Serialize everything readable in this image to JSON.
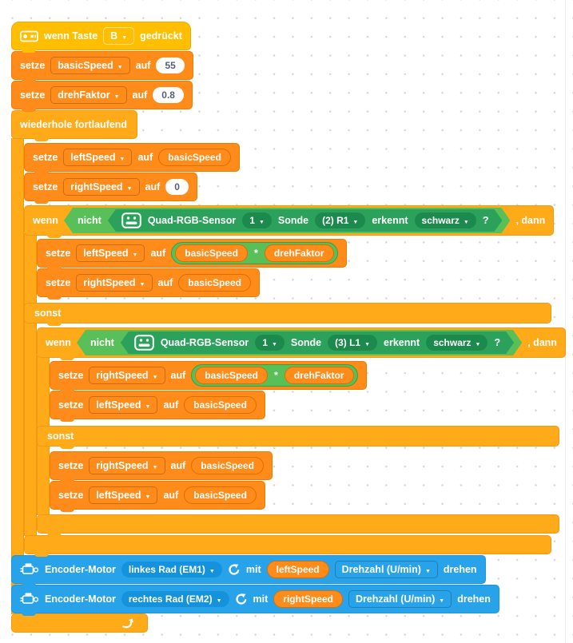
{
  "labels": {
    "wenn_taste": "wenn Taste",
    "gedrueckt": "gedrückt",
    "setze": "setze",
    "auf": "auf",
    "forever": "wiederhole fortlaufend",
    "wenn": "wenn",
    "nicht": "nicht",
    "dann": ", dann",
    "sonst": "sonst",
    "mult": "*",
    "q": "?",
    "quad": "Quad-RGB-Sensor",
    "sonde": "Sonde",
    "erkennt": "erkennt",
    "encoder": "Encoder-Motor",
    "mit": "mit",
    "drehen": "drehen"
  },
  "hat": {
    "key": "B"
  },
  "vars": {
    "basic": "basicSpeed",
    "dreh": "drehFaktor",
    "left": "leftSpeed",
    "right": "rightSpeed"
  },
  "values": {
    "v55": "55",
    "v08": "0.8",
    "v0": "0"
  },
  "sensors": {
    "s1": {
      "idx": "1",
      "probe": "(2) R1",
      "color": "schwarz"
    },
    "s2": {
      "idx": "1",
      "probe": "(3) L1",
      "color": "schwarz"
    }
  },
  "motors": {
    "m1": {
      "port": "linkes Rad (EM1)",
      "var": "leftSpeed",
      "unit": "Drehzahl (U/min)"
    },
    "m2": {
      "port": "rechtes Rad (EM2)",
      "var": "rightSpeed",
      "unit": "Drehzahl (U/min)"
    }
  },
  "colors": {
    "hat": "#FFBF00",
    "control": "#FFAB19",
    "data": "#FF8C1A",
    "operator": "#59C059",
    "sensor": "#2BA15C",
    "motor": "#28A3E9",
    "value_text": "#575E75"
  }
}
